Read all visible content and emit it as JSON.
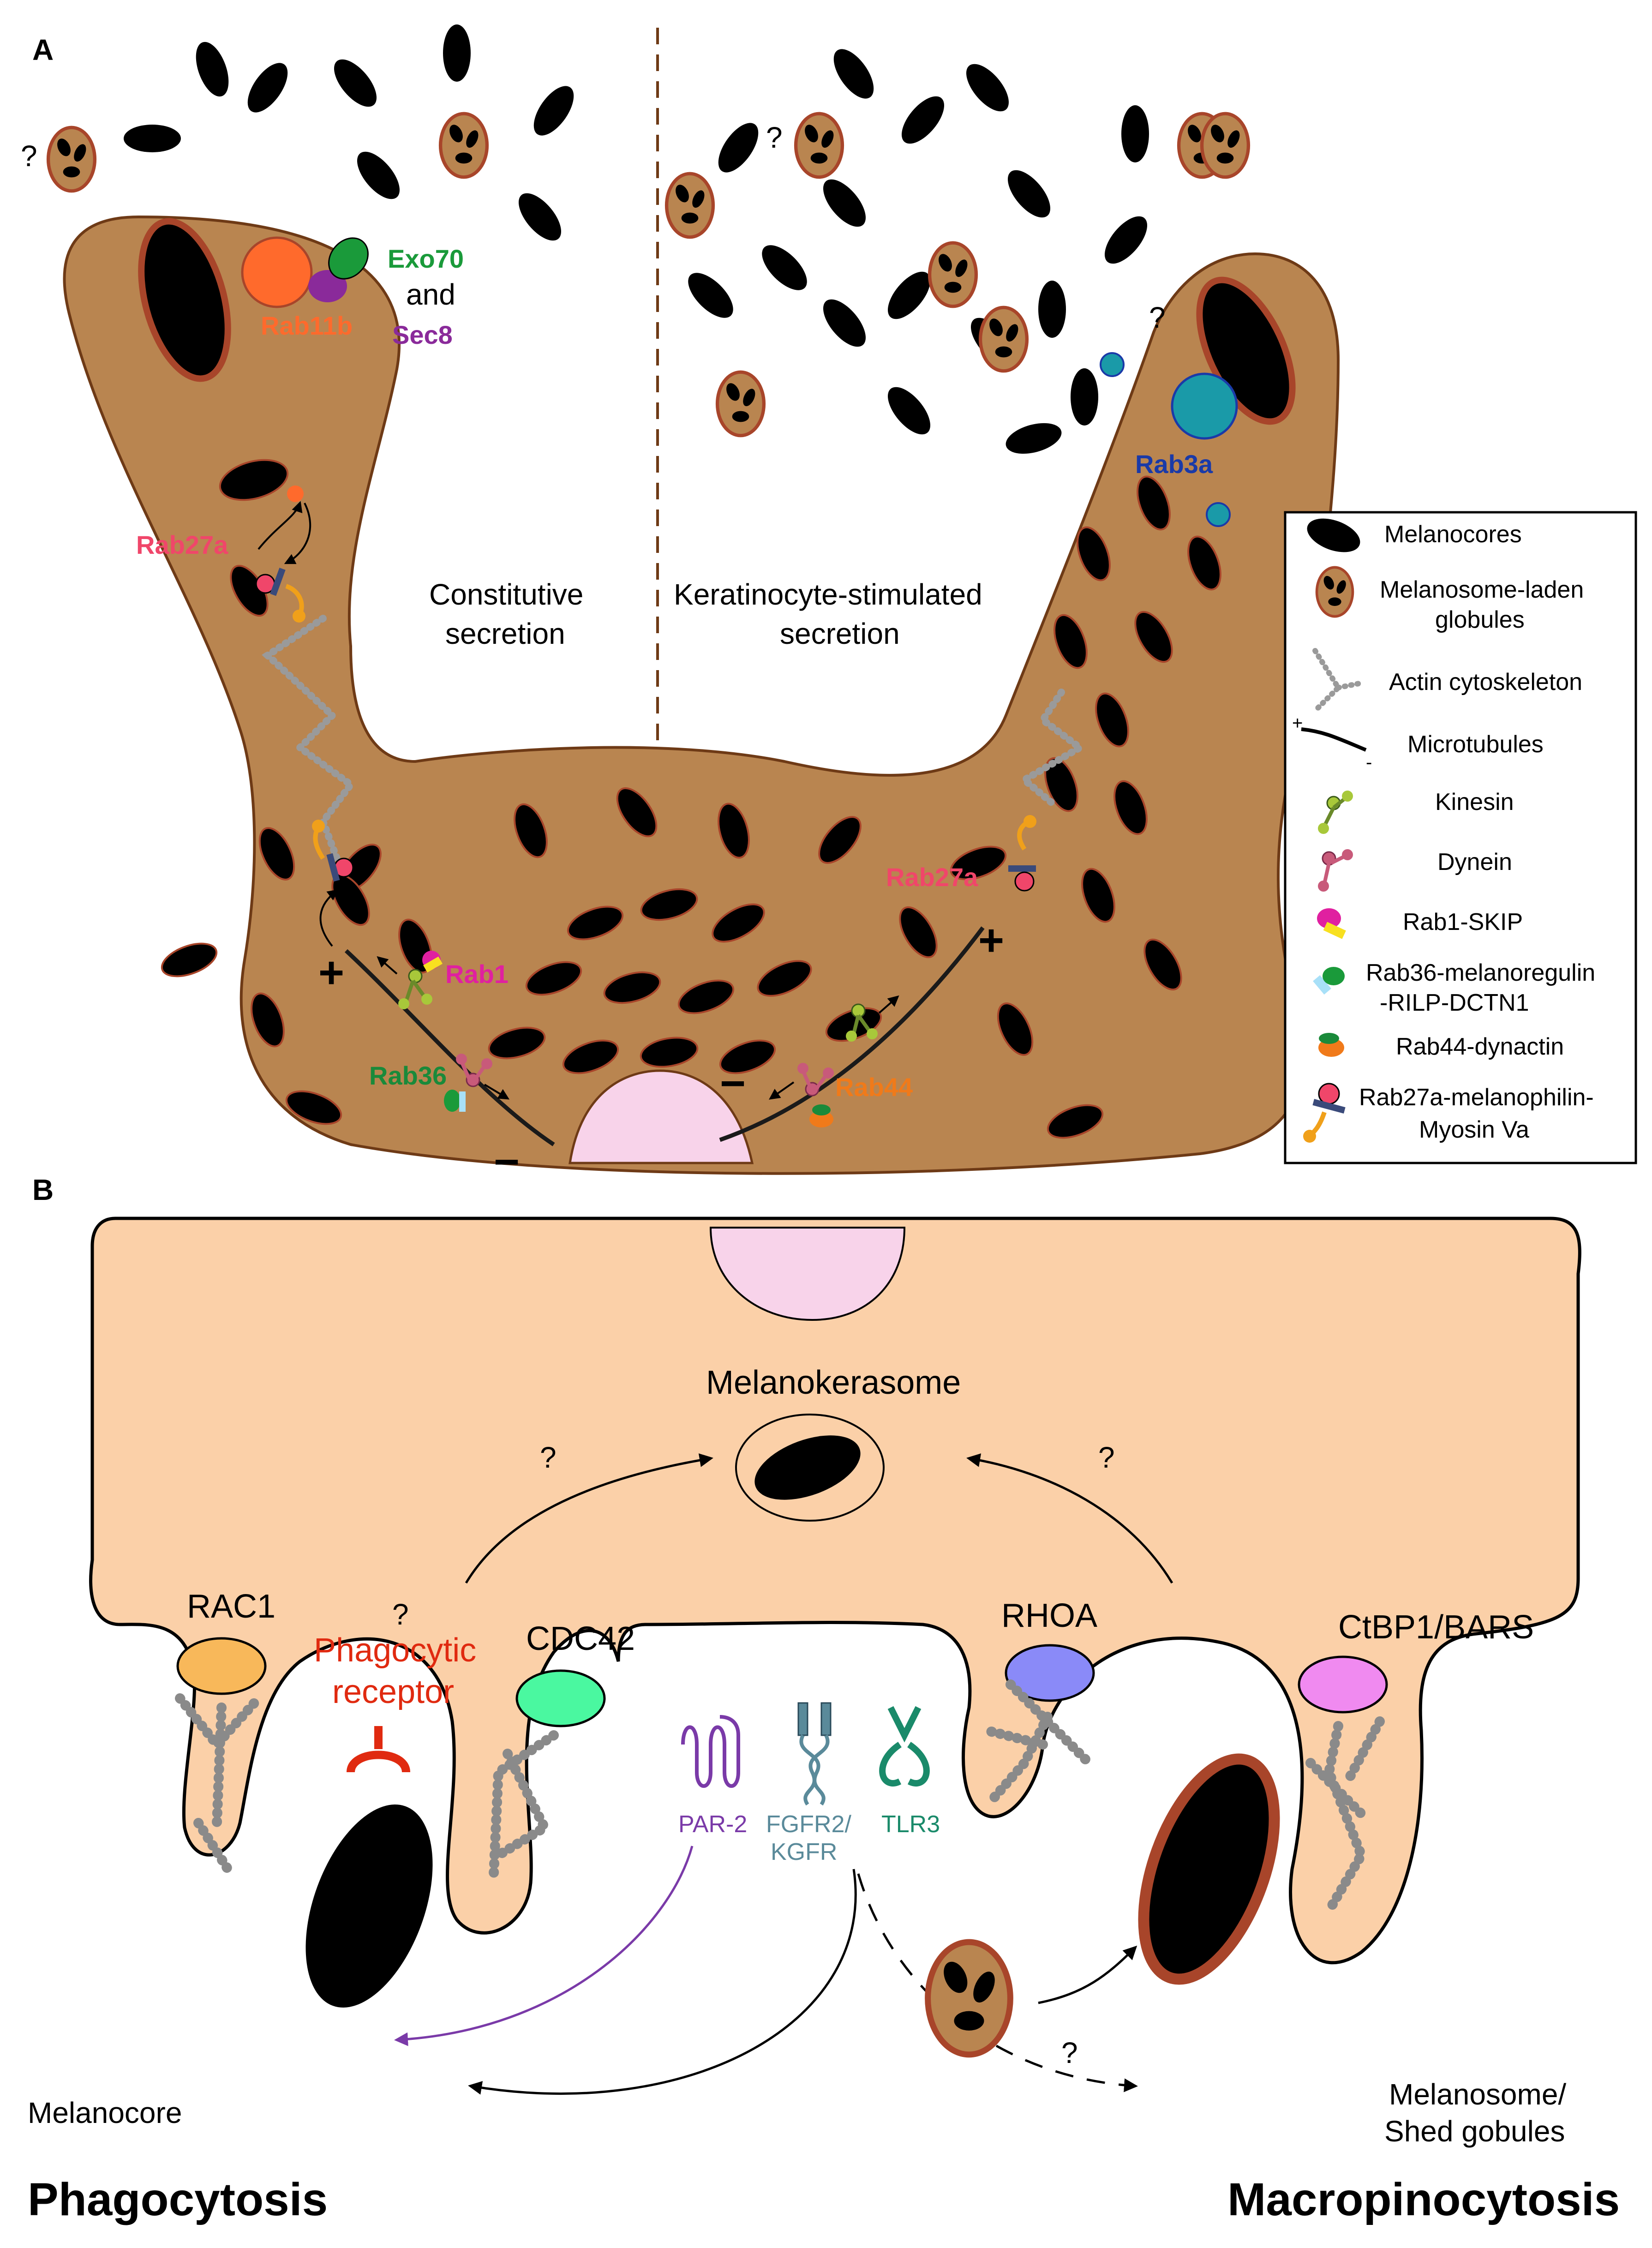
{
  "panel_a": {
    "label": "A",
    "left_title_line1": "Constitutive",
    "left_title_line2": "secretion",
    "right_title_line1": "Keratinocyte-stimulated",
    "right_title_line2": "secretion",
    "proteins": {
      "exo70": "Exo70",
      "and": "and",
      "sec8": "Sec8",
      "rab11b": "Rab11b",
      "rab27a_left": "Rab27a",
      "rab27a_right": "Rab27a",
      "rab3a": "Rab3a",
      "rab1": "Rab1",
      "rab36": "Rab36",
      "rab44": "Rab44"
    },
    "question_mark": "?",
    "plus": "+",
    "minus": "−"
  },
  "legend": {
    "items": [
      {
        "line1": "Melanocores",
        "line2": ""
      },
      {
        "line1": "Melanosome-laden",
        "line2": "globules"
      },
      {
        "line1": "Actin cytoskeleton",
        "line2": ""
      },
      {
        "line1": "Microtubules",
        "line2": ""
      },
      {
        "line1": "Kinesin",
        "line2": ""
      },
      {
        "line1": "Dynein",
        "line2": ""
      },
      {
        "line1": "Rab1-SKIP",
        "line2": ""
      },
      {
        "line1": "Rab36-melanoregulin",
        "line2": "-RILP-DCTN1"
      },
      {
        "line1": "Rab44-dynactin",
        "line2": ""
      },
      {
        "line1": "Rab27a-melanophilin-",
        "line2": "Myosin Va"
      }
    ]
  },
  "panel_b": {
    "label": "B",
    "melanokerasome": "Melanokerasome",
    "rac1": "RAC1",
    "cdc42": "CDC42",
    "rhoa": "RHOA",
    "ctbp1": "CtBP1/BARS",
    "phagocytic_receptor_line1": "Phagocytic",
    "phagocytic_receptor_line2": "receptor",
    "par2": "PAR-2",
    "fgfr2_line1": "FGFR2/",
    "fgfr2_line2": "KGFR",
    "tlr3": "TLR3",
    "melanocore": "Melanocore",
    "melanosome_line1": "Melanosome/",
    "melanosome_line2": "Shed gobules",
    "phagocytosis": "Phagocytosis",
    "macropinocytosis": "Macropinocytosis",
    "question_mark": "?"
  },
  "colors": {
    "melanocyte": "#b98550",
    "melanocyte_outline": "#6e3a16",
    "keratinocyte": "#fbd0a8",
    "nucleus": "#f8d3ea",
    "melanocore": "#000000",
    "globule_border": "#a8452a",
    "rab11b": "#ff6a2c",
    "exo70": "#1a9a3a",
    "sec8": "#8a2a9a",
    "rab27a": "#f0466a",
    "rab3a": "#1a3aa8",
    "rab3a_fill": "#1a9aa8",
    "rab1": "#e020a0",
    "rab36": "#1a8a3a",
    "rab44": "#f07a1a",
    "rac1": "#f8b85a",
    "cdc42": "#4af8a0",
    "rhoa": "#8a8af8",
    "ctbp1": "#f08af0",
    "phagocytic_receptor": "#e02a10",
    "par2": "#7a3aa8",
    "fgfr2": "#5a8a9a",
    "tlr3": "#1a8a6a"
  }
}
